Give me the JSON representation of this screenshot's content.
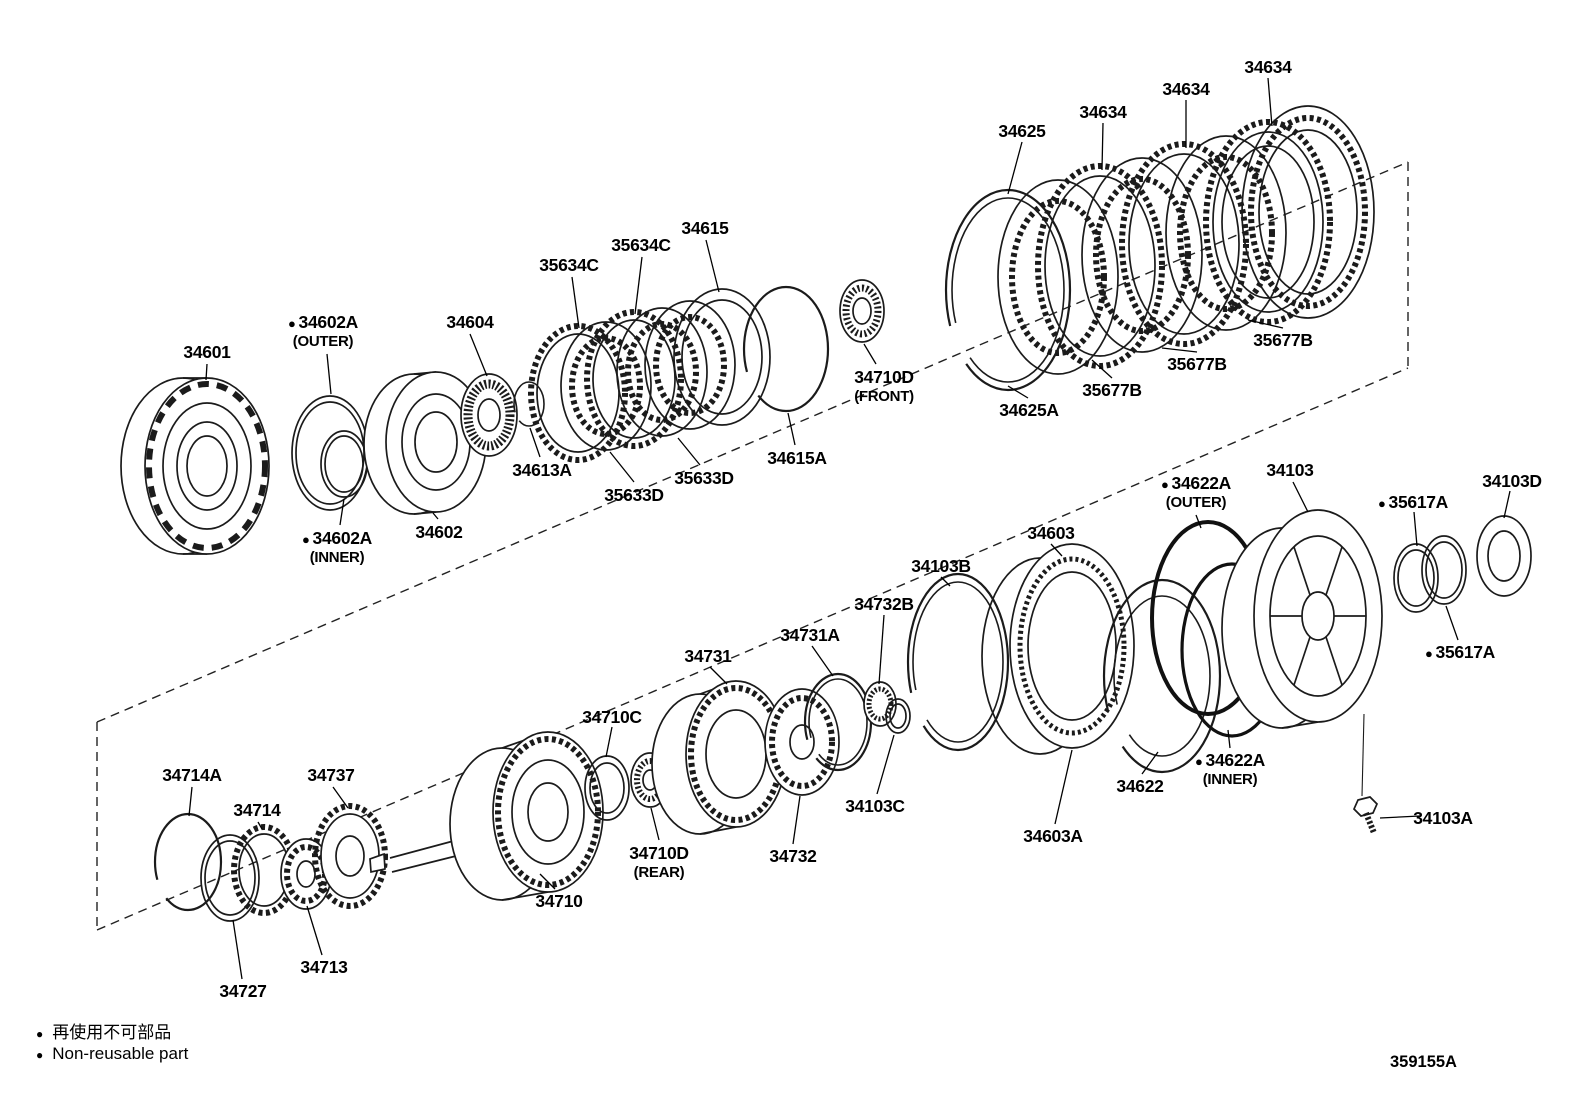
{
  "labels": [
    {
      "text": "34634"
    },
    {
      "text": "34634"
    },
    {
      "text": "34634"
    },
    {
      "text": "34625"
    },
    {
      "text": "35677B"
    },
    {
      "text": "35677B"
    },
    {
      "text": "35677B"
    },
    {
      "text": "34625A"
    },
    {
      "text": "34710D",
      "sub": "(FRONT)"
    },
    {
      "text": "34615"
    },
    {
      "text": "35634C"
    },
    {
      "text": "35634C"
    },
    {
      "marker": "●",
      "text": "34602A",
      "sub": "(OUTER)"
    },
    {
      "text": "34604"
    },
    {
      "text": "34601"
    },
    {
      "text": "34613A"
    },
    {
      "text": "35633D"
    },
    {
      "text": "35633D"
    },
    {
      "text": "34615A"
    },
    {
      "marker": "●",
      "text": "34602A",
      "sub": "(INNER)"
    },
    {
      "text": "34602"
    },
    {
      "marker": "●",
      "text": "34622A",
      "sub": "(OUTER)"
    },
    {
      "text": "34103"
    },
    {
      "marker": "●",
      "text": "35617A"
    },
    {
      "text": "34103D"
    },
    {
      "text": "34603"
    },
    {
      "text": "34103B"
    },
    {
      "text": "34732B"
    },
    {
      "marker": "●",
      "text": "35617A"
    },
    {
      "text": "34731A"
    },
    {
      "text": "34731"
    },
    {
      "text": "34710C"
    },
    {
      "marker": "●",
      "text": "34622A",
      "sub": "(INNER)"
    },
    {
      "text": "34622"
    },
    {
      "text": "34103C"
    },
    {
      "text": "34603A"
    },
    {
      "text": "34103A"
    },
    {
      "text": "34710D",
      "sub": "(REAR)"
    },
    {
      "text": "34732"
    },
    {
      "text": "34710"
    },
    {
      "text": "34714A"
    },
    {
      "text": "34737"
    },
    {
      "text": "34714"
    },
    {
      "text": "34713"
    },
    {
      "text": "34727"
    }
  ],
  "footer": {
    "legend": [
      {
        "marker": "●",
        "text": "再使用不可部品"
      },
      {
        "marker": "●",
        "text": "Non-reusable part"
      }
    ],
    "code": "359155A"
  }
}
